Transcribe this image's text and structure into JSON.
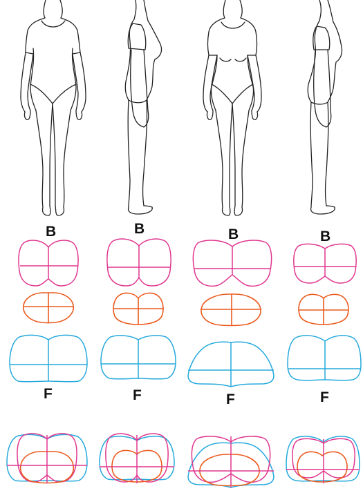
{
  "colors": {
    "pink": "#e0368f",
    "orange": "#ea5a1c",
    "cyan": "#25a9dc",
    "outline": "#222222"
  },
  "figures": [
    {
      "view": "front"
    },
    {
      "view": "side"
    },
    {
      "view": "front"
    },
    {
      "view": "side"
    }
  ],
  "labels": {
    "top": "B",
    "bottom": "F"
  }
}
